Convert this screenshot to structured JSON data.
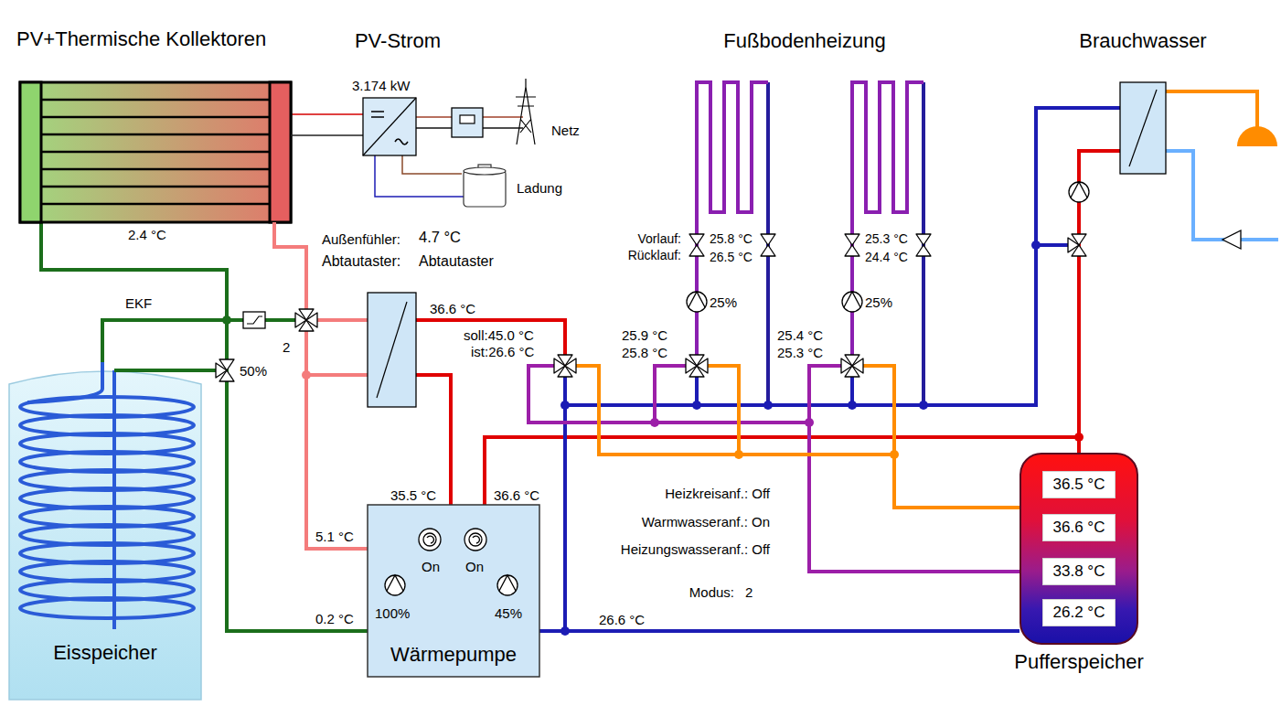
{
  "diagram": {
    "nodes": [
      {
        "text": [
          "PV+Thermische Kollektoren",
          "2.4 °C"
        ]
      },
      {
        "text": [
          "3.174 kW"
        ]
      },
      {
        "text": [
          "Netz"
        ]
      },
      {
        "text": [
          "Ladung"
        ]
      },
      {
        "text": [
          "Eisspeicher"
        ]
      },
      {
        "text": [
          "Wärmepumpe"
        ]
      },
      {
        "text": [
          "Pufferspeicher"
        ]
      },
      {
        "text": [
          "36.5 °C"
        ],
        "in": 6
      },
      {
        "text": [
          "36.6 °C"
        ],
        "in": 6
      },
      {
        "text": [
          "33.8 °C"
        ],
        "in": 6
      },
      {
        "text": [
          "26.2 °C"
        ],
        "in": 6
      }
    ],
    "edges": [
      {
        "from": 0,
        "to": 1,
        "arrow": "none"
      },
      {
        "from": 1,
        "to": 2,
        "arrow": "none"
      },
      {
        "from": 1,
        "to": 3,
        "arrow": "none"
      },
      {
        "from": 0,
        "to": 4,
        "arrow": "none"
      },
      {
        "from": 4,
        "to": 5,
        "arrow": "none"
      },
      {
        "from": 5,
        "to": 6,
        "arrow": "none"
      },
      {
        "from": 5,
        "to": 6,
        "arrow": "none"
      }
    ],
    "labels": [
      "PV-Strom",
      "Fußbodenheizung",
      "Brauchwasser",
      "EKF",
      "50%",
      "2",
      "Außenfühler:",
      "4.7 °C",
      "Abtautaster:",
      "Abtautaster",
      "36.6 °C",
      "soll:45.0 °C",
      "ist:26.6 °C",
      "Vorlauf:",
      "Rücklauf:",
      "25.8 °C",
      "26.5 °C",
      "25.3 °C",
      "24.4 °C",
      "25%",
      "25%",
      "25.9 °C",
      "25.8 °C",
      "25.4 °C",
      "25.3 °C",
      "Heizkreisanf.: Off",
      "Warmwasseranf.: On",
      "Heizungswasseranf.: Off",
      "Modus:",
      "2",
      "35.5 °C",
      "36.6 °C",
      "5.1 °C",
      "0.2 °C",
      "26.6 °C",
      "On",
      "On",
      "100%",
      "45%"
    ]
  }
}
